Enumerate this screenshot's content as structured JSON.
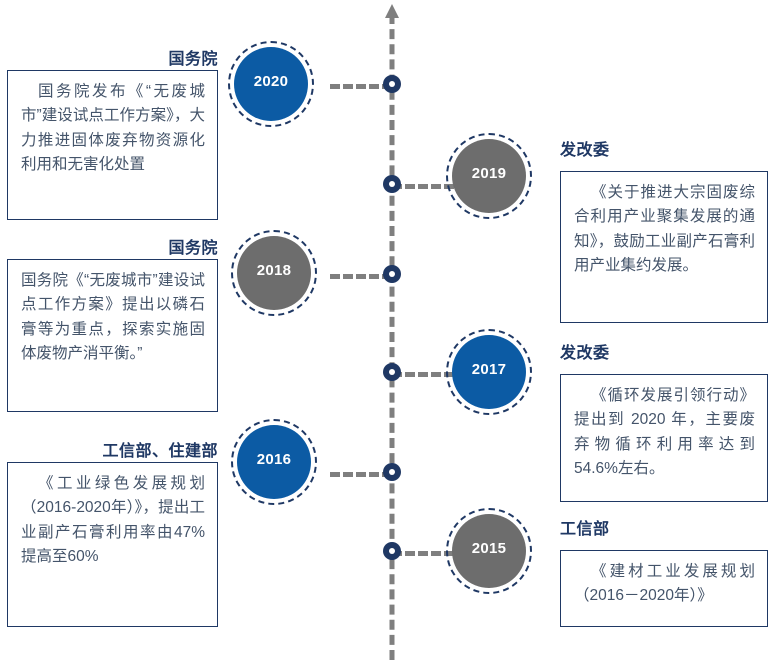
{
  "axis": {
    "arrow_icon": "arrow-up-icon",
    "direction": "up"
  },
  "timeline": {
    "years": [
      "2020",
      "2019",
      "2018",
      "2017",
      "2016",
      "2015"
    ],
    "entries": [
      {
        "year": "2020",
        "side": "left",
        "badge_color": "#0c5ba4",
        "org": "国务院",
        "text": "国务院发布《“无废城市”建设试点工作方案》，大力推进固体废弃物资源化利用和无害化处置"
      },
      {
        "year": "2019",
        "side": "right",
        "badge_color": "#6d6d6d",
        "org": "发改委",
        "text": "《关于推进大宗固废综合利用产业聚集发展的通知》，鼓励工业副产石膏利用产业集约发展。"
      },
      {
        "year": "2018",
        "side": "left",
        "badge_color": "#6d6d6d",
        "org": "国务院",
        "text": "国务院《“无废城市”建设试点工作方案》提出以磷石膏等为重点，探索实施固体废物产消平衡。”"
      },
      {
        "year": "2017",
        "side": "right",
        "badge_color": "#0c5ba4",
        "org": "发改委",
        "text": "《循环发展引领行动》提出到 2020 年，主要废弃物循环利用率达到54.6%左右。"
      },
      {
        "year": "2016",
        "side": "left",
        "badge_color": "#0c5ba4",
        "org": "工信部、住建部",
        "text": "《工业绿色发展规划（2016-2020年）》，提出工业副产石膏利用率由47%提高至60%"
      },
      {
        "year": "2015",
        "side": "right",
        "badge_color": "#6d6d6d",
        "org": "工信部",
        "text": "《建材工业发展规划（2016－2020年）》"
      }
    ]
  },
  "colors": {
    "accent_blue": "#0c5ba4",
    "accent_gray": "#6d6d6d",
    "navy": "#1f3864",
    "body_text": "#44546a",
    "dash_gray": "#7f7f7f"
  }
}
